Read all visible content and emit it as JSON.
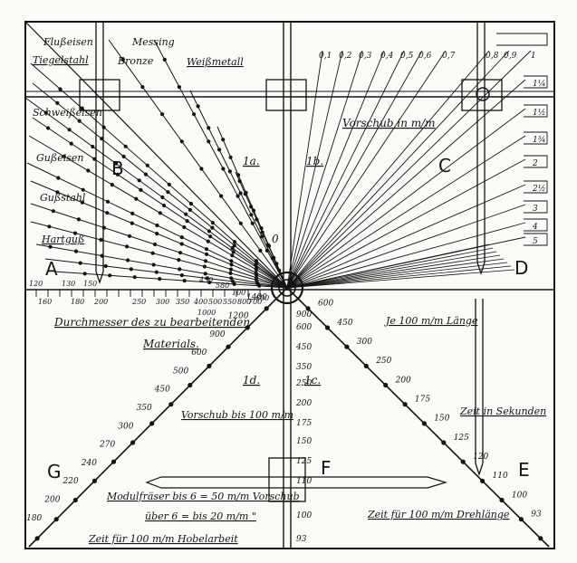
{
  "materials": {
    "flusseisen": "Flußeisen",
    "tiegelstahl": "Tiegelstahl",
    "messing": "Messing",
    "bronze": "Bronze",
    "weissmetall": "Weißmetall",
    "schweisseisen": "Schweißeisen",
    "gusseisen": "Gußeisen",
    "gussstahl": "Gußstahl",
    "hartguss": "Hartguß"
  },
  "quadrant_letters": {
    "a": "A",
    "b": "B",
    "c": "C",
    "d": "D",
    "e": "E",
    "f": "F",
    "g": "G",
    "one_a": "1a.",
    "one_b": "1b.",
    "one_c": "1c.",
    "one_d": "1d.",
    "zero": "0"
  },
  "labels": {
    "vorschub_in_mm": "Vorschub in m/m",
    "durchmesser_1": "Durchmesser des zu bearbeitenden",
    "durchmesser_2": "Materials.",
    "je_100": "Je 100 m/m Länge",
    "zeit_sekunden": "Zeit in Sekunden",
    "vorschub_bis_100": "Vorschub bis 100 m/m",
    "modulfraeser": "Modulfräser bis 6 = 50 m/m Vorschub",
    "ueber_6": "über 6 = bis 20 m/m  \"",
    "zeit_drehlaenge": "Zeit für 100 m/m Drehlänge",
    "zeit_hobelarbeit": "Zeit für 100 m/m Hobelarbeit"
  },
  "feed_ticks_top": [
    "0,1",
    "0,2",
    "0,3",
    "0,4",
    "0,5",
    "0,6",
    "0,7",
    "0,8",
    "0,9",
    "1"
  ],
  "feed_ticks_right": [
    "1¼",
    "1½",
    "1¾",
    "2",
    "2½",
    "3",
    "4",
    "5"
  ],
  "diameter_ticks_upper": [
    "120",
    "130",
    "150",
    "450",
    "580"
  ],
  "diameter_ticks_lower": [
    "160",
    "180",
    "200",
    "250",
    "300",
    "350",
    "400",
    "500",
    "550",
    "800",
    "1000"
  ],
  "diameter_ticks_misc": [
    "100",
    "700",
    "600"
  ],
  "scale_1c_center": [
    "900",
    "600",
    "450",
    "350",
    "250",
    "200",
    "175",
    "150",
    "125",
    "110",
    "100",
    "93"
  ],
  "scale_1c_diagonal": [
    "600",
    "450",
    "300",
    "250",
    "200",
    "175",
    "150",
    "125",
    "120",
    "110",
    "100",
    "93"
  ],
  "scale_1d_diagonal": [
    "1400",
    "1200",
    "900",
    "600",
    "500",
    "450",
    "350",
    "300",
    "270",
    "240",
    "220",
    "200",
    "180"
  ]
}
